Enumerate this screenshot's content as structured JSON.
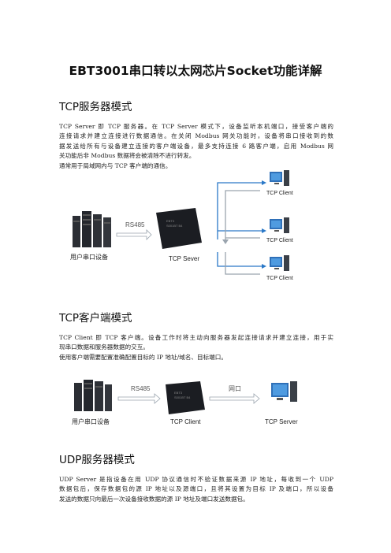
{
  "document": {
    "title": "EBT3001串口转以太网芯片Socket功能详解"
  },
  "sections": [
    {
      "heading": "TCP服务器模式",
      "lines": [
        "TCP Server 即 TCP 服务器。在 TCP Server 模式下，设备监听本机端口，接受客户端的",
        "连接请求并建立连接进行数据通信。在关闭 Modbus 网关功能时，设备将串口接收到的数",
        "据发送给所有与设备建立连接的客户端设备，最多支持连接 6 路客户端，启用 Modbus 网",
        "关功能后非 Modbus 数据将会被清除不进行转发。",
        "通常用于局域网内与 TCP 客户端的通信。"
      ],
      "diagram": {
        "device_label": "用户串口设备",
        "link_label": "RS485",
        "chip_label": "TCP Sever",
        "chip_text_1": "EBT3",
        "chip_text_2": "S001BT B4",
        "clients": [
          "TCP Client",
          "TCP Client",
          "TCP Client"
        ]
      }
    },
    {
      "heading": "TCP客户端模式",
      "lines": [
        "TCP Client 即 TCP 客户端。设备工作时将主动向服务器发起连接请求并建立连接，用于实",
        "现串口数据和服务器数据的交互。",
        "使用客户端需要配置准确配置目标的 IP 地址/域名、目标端口。"
      ],
      "diagram": {
        "device_label": "用户串口设备",
        "link_label_1": "RS485",
        "chip_label": "TCP Client",
        "chip_text_1": "EBT3",
        "chip_text_2": "S001BT B4",
        "link_label_2": "网口",
        "server_label": "TCP Server"
      }
    },
    {
      "heading": "UDP服务器模式",
      "lines": [
        "UDP Server 是指设备在用 UDP 协议通信时不验证数据来源 IP 地址，每收到一个 UDP",
        "数据包后，保存数据包的源 IP 地址以及源端口，且将其设置为目标 IP 及端口，所以设备",
        "发送的数据只向最后一次设备接收数据的源 IP 地址及端口发送数据包。"
      ]
    }
  ],
  "colors": {
    "arrow_blue": "#2a78c8",
    "arrow_gray": "#9aa4ae",
    "chip_dark": "#1b1d22"
  }
}
